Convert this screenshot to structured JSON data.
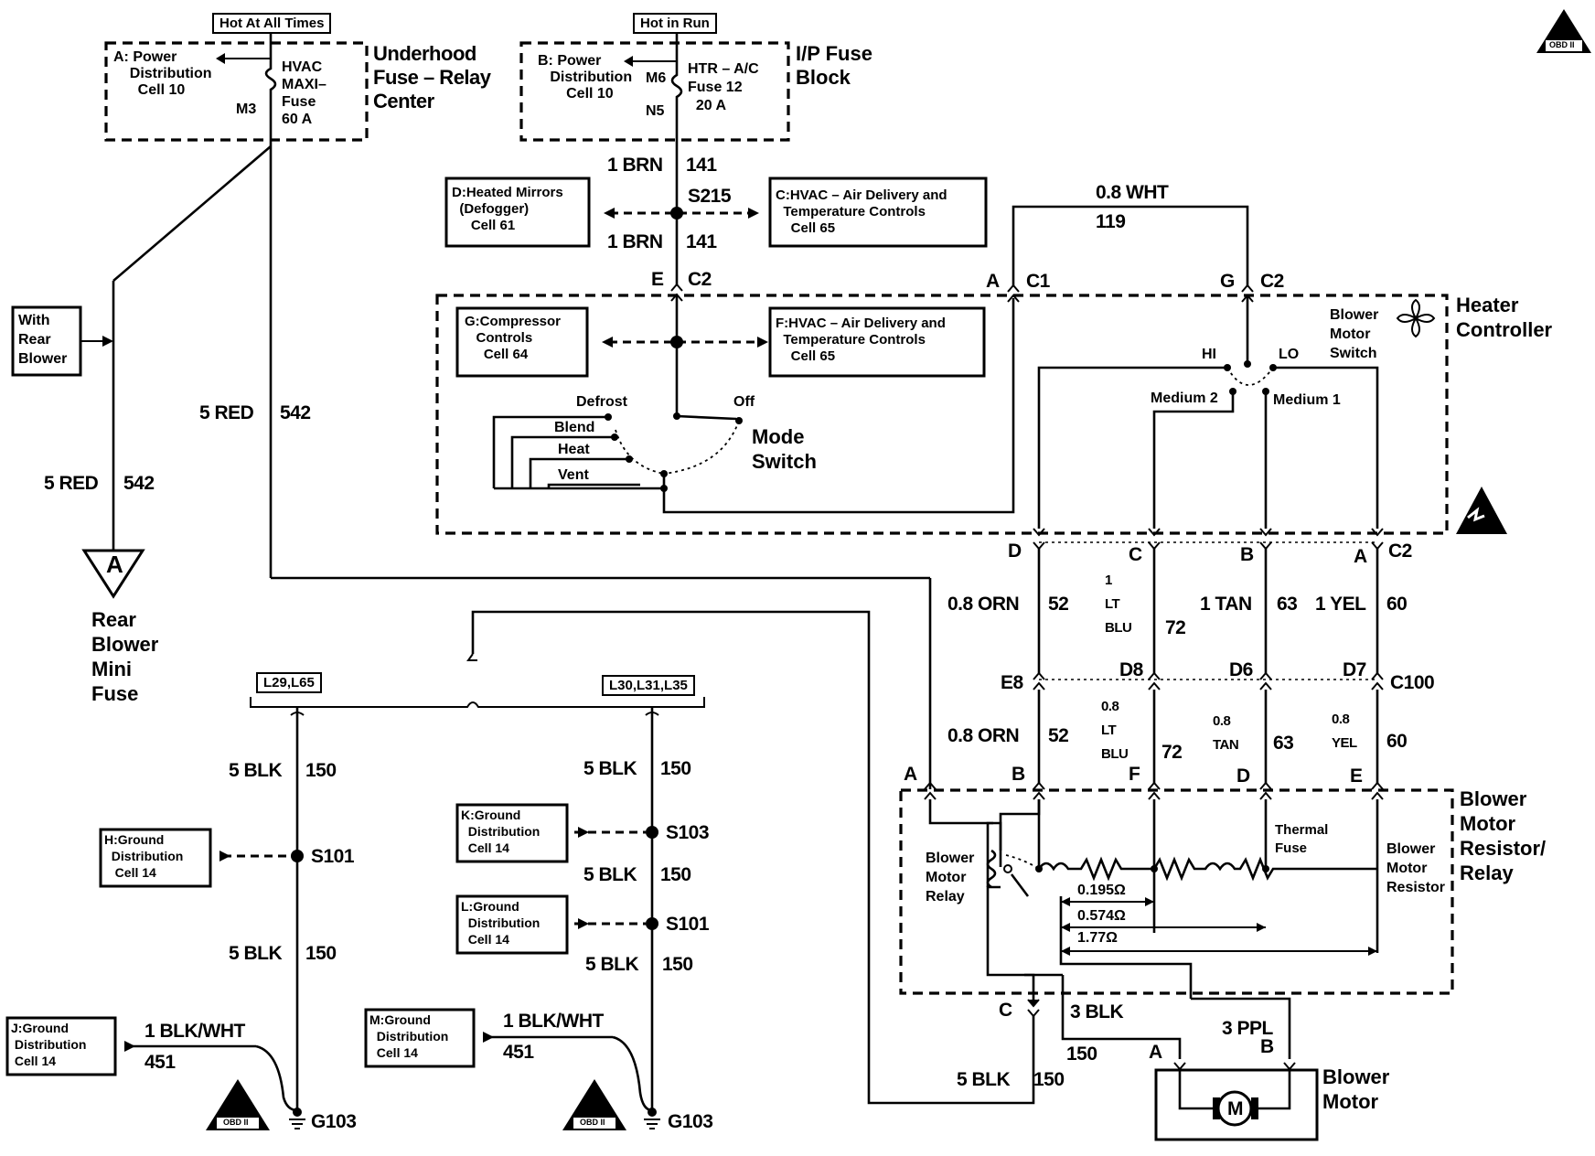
{
  "tags": {
    "hot_at_all_times": "Hot At All Times",
    "hot_in_run": "Hot in Run",
    "l29_l65": "L29,L65",
    "l30_l31_l35": "L30,L31,L35",
    "obd": "OBD II"
  },
  "underhood": {
    "title": "Underhood\nFuse – Relay\nCenter",
    "power_dist": "A: Power\n    Distribution\n      Cell 10",
    "fuse": "HVAC\nMAXI–\nFuse\n60 A",
    "terminal": "M3"
  },
  "ip_block": {
    "title": "I/P Fuse\nBlock",
    "power_dist": "B: Power\n   Distribution\n       Cell 10",
    "fuse": "HTR – A/C\nFuse 12\n  20 A",
    "m6": "M6",
    "n5": "N5"
  },
  "boxes": {
    "heated_mirrors": "D:Heated Mirrors\n  (Defogger)\n     Cell 61",
    "hvac_air_c": "C:HVAC – Air Delivery and\n  Temperature Controls\n    Cell 65",
    "compressor": "G:Compressor\n   Controls\n     Cell 64",
    "hvac_air_f": "F:HVAC – Air Delivery and\n  Temperature Controls\n    Cell 65",
    "with_rear_blower": "With\nRear\nBlower",
    "ground_h": "H:Ground\n  Distribution\n   Cell 14",
    "ground_k": "K:Ground\n  Distribution\n  Cell 14",
    "ground_l": "L:Ground\n  Distribution\n  Cell 14",
    "ground_j": "J:Ground\n Distribution\n Cell 14",
    "ground_m": "M:Ground\n  Distribution\n  Cell 14"
  },
  "wires": {
    "brn_top": "1 BRN",
    "brn_top_num": "141",
    "brn_bot": "1 BRN",
    "brn_bot_num": "141",
    "s215": "S215",
    "wht": "0.8 WHT",
    "wht_num": "119",
    "red_main": "5 RED",
    "red_main_num": "542",
    "red_left": "5 RED",
    "red_left_num": "542",
    "orn_1": "0.8 ORN",
    "orn_1_num": "52",
    "ltblu_1": "1\nLT\nBLU",
    "ltblu_1_num": "72",
    "tan_1": "1 TAN",
    "tan_1_num": "63",
    "yel_1": "1 YEL",
    "yel_1_num": "60",
    "orn_2": "0.8 ORN",
    "orn_2_num": "52",
    "ltblu_2": "0.8\nLT\nBLU",
    "ltblu_2_num": "72",
    "tan_2": "0.8\nTAN",
    "tan_2_num": "63",
    "yel_2": "0.8\nYEL",
    "yel_2_num": "60",
    "blk_3": "3 BLK",
    "blk_3_num": "150",
    "ppl_3": "3 PPL",
    "blk_5_motor": "5 BLK",
    "blk_5_motor_num": "150",
    "blk_l1": "5 BLK",
    "blk_l1_num": "150",
    "blk_l2": "5 BLK",
    "blk_l2_num": "150",
    "blk_r1": "5 BLK",
    "blk_r1_num": "150",
    "blk_r2": "5 BLK",
    "blk_r2_num": "150",
    "blk_r3": "5 BLK",
    "blk_r3_num": "150",
    "blkwht_l": "1 BLK/WHT",
    "blkwht_l_num": "451",
    "blkwht_r": "1 BLK/WHT",
    "blkwht_r_num": "451"
  },
  "connectors": {
    "e": "E",
    "c2_top": "C2",
    "a": "A",
    "c1": "C1",
    "g": "G",
    "c2_right": "C2",
    "d": "D",
    "c": "C",
    "b": "B",
    "a2": "A",
    "c2_mid": "C2",
    "e8": "E8",
    "d8": "D8",
    "d6": "D6",
    "d7": "D7",
    "c100": "C100",
    "r_a": "A",
    "r_b": "B",
    "r_f": "F",
    "r_d": "D",
    "r_e": "E",
    "r_c": "C",
    "m_a": "A",
    "m_b": "B"
  },
  "splices": {
    "s101_left": "S101",
    "s103": "S103",
    "s101_right": "S101",
    "g103_left": "G103",
    "g103_right": "G103"
  },
  "heater": {
    "title": "Heater\nController",
    "blower_switch": "Blower\nMotor\nSwitch",
    "hi": "HI",
    "lo": "LO",
    "medium2": "Medium 2",
    "medium1": "Medium 1",
    "defrost": "Defrost",
    "off": "Off",
    "blend": "Blend",
    "heat": "Heat",
    "vent": "Vent",
    "mode_switch": "Mode\nSwitch"
  },
  "resistor": {
    "title": "Blower\nMotor\nResistor/\nRelay",
    "relay": "Blower\nMotor\nRelay",
    "resistor_label": "Blower\nMotor\nResistor",
    "thermal": "Thermal\nFuse",
    "r1": "0.195Ω",
    "r2": "0.574Ω",
    "r3": "1.77Ω"
  },
  "motor": {
    "title": "Blower\nMotor",
    "m": "M"
  },
  "rear": {
    "title": "Rear\nBlower\nMini\nFuse",
    "a": "A"
  }
}
